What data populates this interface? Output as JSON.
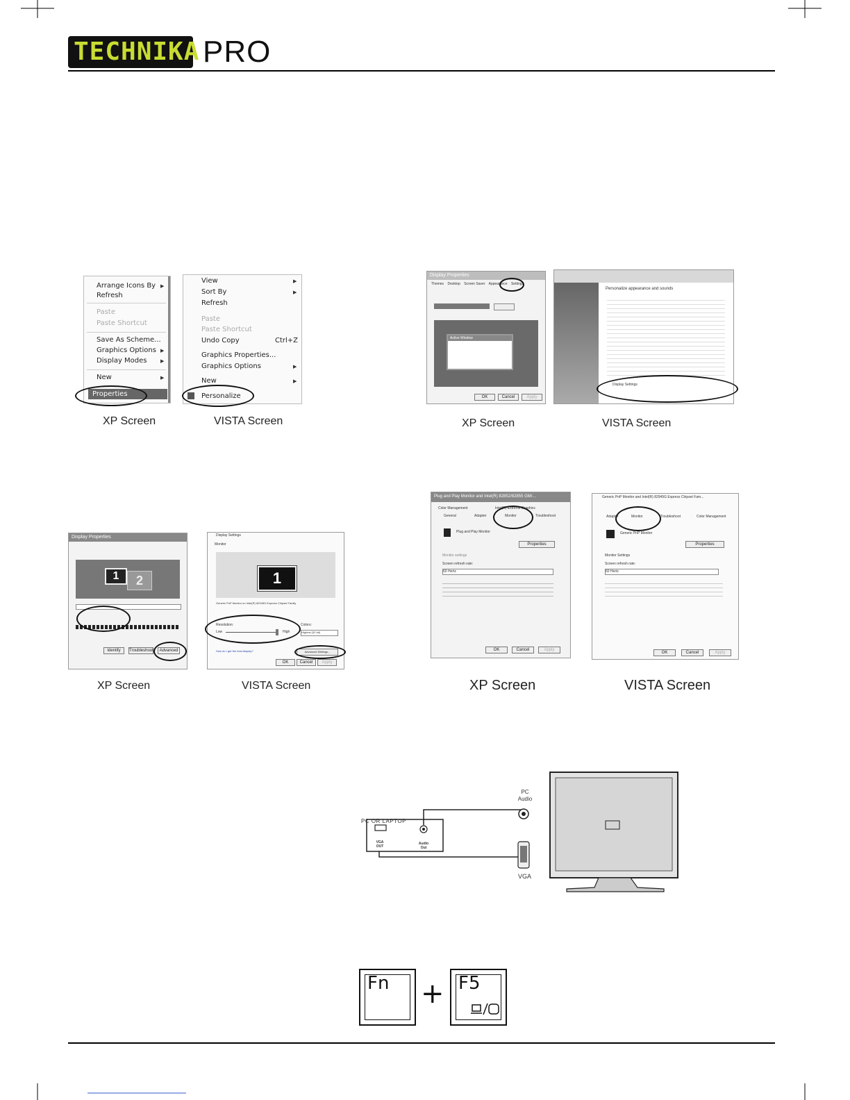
{
  "header": {
    "logo_brand": "TECHNIKA",
    "logo_suffix": "PRO"
  },
  "figures": {
    "step1": {
      "xp_caption": "XP Screen",
      "vista_caption": "VISTA Screen",
      "xp_menu": [
        "Arrange Icons By",
        "Refresh",
        "Paste",
        "Paste Shortcut",
        "Save As Scheme...",
        "Graphics Options",
        "Display Modes",
        "New",
        "Properties"
      ],
      "vista_menu": [
        "View",
        "Sort By",
        "Refresh",
        "Paste",
        "Paste Shortcut",
        "Undo Copy",
        "Graphics Properties...",
        "Graphics Options",
        "New",
        "Personalize"
      ],
      "vista_shortcut": "Ctrl+Z"
    },
    "step2": {
      "xp_caption": "XP Screen",
      "vista_caption": "VISTA Screen",
      "xp_window_title": "Display Properties",
      "xp_tabs": [
        "Themes",
        "Desktop",
        "Screen Saver",
        "Appearance",
        "Settings"
      ],
      "xp_sample_label": "Active Window",
      "xp_buttons": [
        "OK",
        "Cancel",
        "Apply"
      ],
      "vista_heading": "Personalize appearance and sounds",
      "vista_bottom_link": "Display Settings"
    },
    "step3": {
      "xp_caption": "XP Screen",
      "vista_caption": "VISTA Screen",
      "xp_window_title": "Display Properties",
      "xp_monitor_1": "1",
      "xp_monitor_2": "2",
      "xp_buttons": [
        "Identify",
        "Troubleshoot",
        "Advanced"
      ],
      "vista_window_title": "Display Settings",
      "vista_tab": "Monitor",
      "vista_monitor": "1",
      "vista_monitor_name": "Generic PnP Monitor on Intel(R) 82945G Express Chipset Family",
      "vista_resolution_label": "Resolution:",
      "vista_low": "Low",
      "vista_high": "High",
      "vista_colors_label": "Colors:",
      "vista_colors_value": "Highest (32 bit)",
      "vista_adv_button": "Advanced Settings...",
      "vista_help_link": "How do I get the best display?",
      "vista_buttons": [
        "OK",
        "Cancel",
        "Apply"
      ]
    },
    "step4": {
      "xp_caption": "XP Screen",
      "vista_caption": "VISTA Screen",
      "xp_window_title": "Plug and Play Monitor and Intel(R) 82852/82855 GM/...",
      "xp_tabs": [
        "Color Management",
        "Intel(R) Extreme Graphics",
        "General",
        "Adapter",
        "Monitor",
        "Troubleshoot"
      ],
      "xp_monitor_type": "Plug and Play Monitor",
      "xp_properties": "Properties",
      "xp_settings_label": "Monitor settings",
      "xp_refresh_label": "Screen refresh rate:",
      "xp_refresh_value": "60 Hertz",
      "xp_buttons": [
        "OK",
        "Cancel",
        "Apply"
      ],
      "vista_window_title": "Generic PnP Monitor and Intel(R) 82945G Express Chipset Fam...",
      "vista_tabs": [
        "Adapter",
        "Monitor",
        "Troubleshoot",
        "Color Management"
      ],
      "vista_monitor_type": "Generic PnP Monitor",
      "vista_properties": "Properties",
      "vista_settings_label": "Monitor Settings",
      "vista_refresh_label": "Screen refresh rate:",
      "vista_refresh_value": "60 Hertz",
      "vista_buttons": [
        "OK",
        "Cancel",
        "Apply"
      ]
    }
  },
  "connection_diagram": {
    "pc_label": "PC OR LAPTOP",
    "vga_out": "VGA OUT",
    "audio_out": "Audio Out",
    "pc_audio": "PC Audio",
    "vga": "VGA"
  },
  "key_combo": {
    "key1": "Fn",
    "plus": "+",
    "key2": "F5",
    "key2_icon": "monitor-laptop-toggle-icon"
  }
}
